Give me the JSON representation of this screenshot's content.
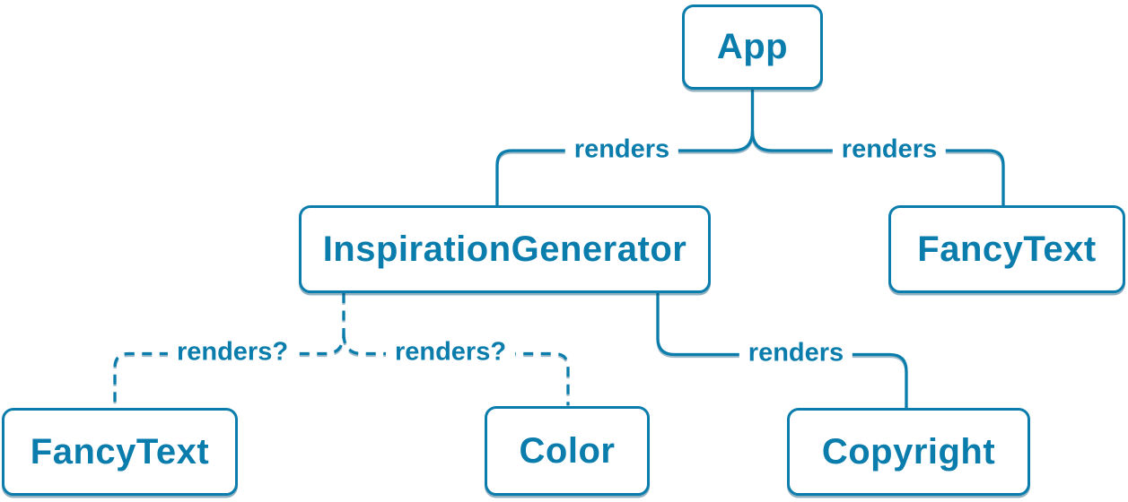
{
  "diagram": {
    "nodes": [
      {
        "id": "app",
        "label": "App"
      },
      {
        "id": "inspiration-generator",
        "label": "InspirationGenerator"
      },
      {
        "id": "fancy-text-top",
        "label": "FancyText"
      },
      {
        "id": "fancy-text-bottom",
        "label": "FancyText"
      },
      {
        "id": "color",
        "label": "Color"
      },
      {
        "id": "copyright",
        "label": "Copyright"
      }
    ],
    "edges": [
      {
        "from": "App",
        "to": "InspirationGenerator",
        "label": "renders",
        "style": "solid"
      },
      {
        "from": "App",
        "to": "FancyText",
        "label": "renders",
        "style": "solid"
      },
      {
        "from": "InspirationGenerator",
        "to": "FancyText",
        "label": "renders?",
        "style": "dashed"
      },
      {
        "from": "InspirationGenerator",
        "to": "Color",
        "label": "renders?",
        "style": "dashed"
      },
      {
        "from": "InspirationGenerator",
        "to": "Copyright",
        "label": "renders",
        "style": "solid"
      }
    ],
    "colors": {
      "accent": "#0b7dac",
      "node_background": "#ffffff",
      "shadow": "rgba(10,80,115,0.45)"
    }
  }
}
